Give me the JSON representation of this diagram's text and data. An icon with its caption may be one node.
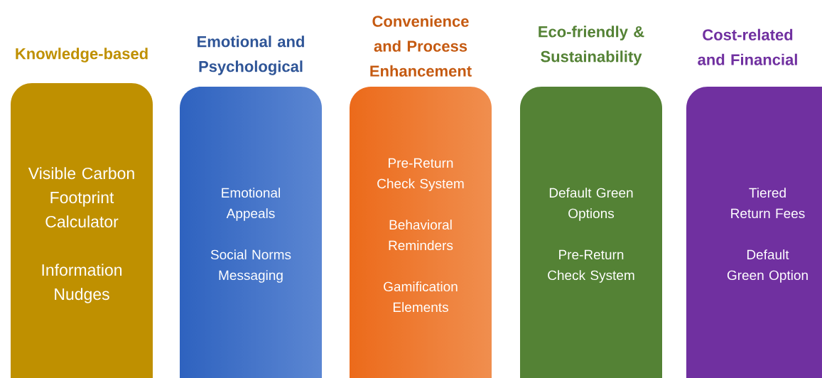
{
  "diagram": {
    "nodes": [
      {
        "text": [
          "Knowledge-based",
          "Visible Carbon Footprint Calculator",
          "Information Nudges"
        ]
      },
      {
        "text": [
          "Emotional and Psychological",
          "Emotional Appeals",
          "Social Norms Messaging"
        ]
      },
      {
        "text": [
          "Convenience and Process Enhancement",
          "Pre-Return Check System",
          "Behavioral Reminders",
          "Gamification Elements"
        ]
      },
      {
        "text": [
          "Eco-friendly & Sustainability",
          "Default Green Options",
          "Pre-Return Check System"
        ]
      },
      {
        "text": [
          "Cost-related and Financial",
          "Tiered Return Fees",
          "Default Green Option"
        ]
      }
    ]
  }
}
